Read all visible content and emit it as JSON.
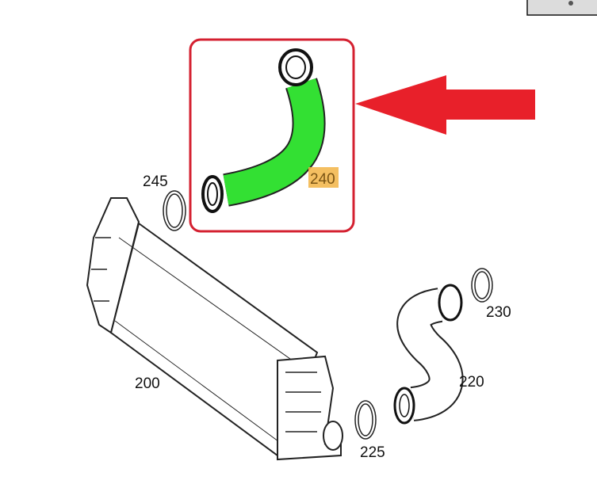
{
  "diagram": {
    "part_labels": {
      "p245": "245",
      "p240": "240",
      "p230": "230",
      "p220": "220",
      "p200": "200",
      "p225": "225"
    },
    "highlight_part": "240",
    "colors": {
      "highlight_box": "#d42030",
      "arrow": "#e8202a",
      "hose_highlight": "#33e033",
      "label_highlight": "#f2b445"
    }
  }
}
